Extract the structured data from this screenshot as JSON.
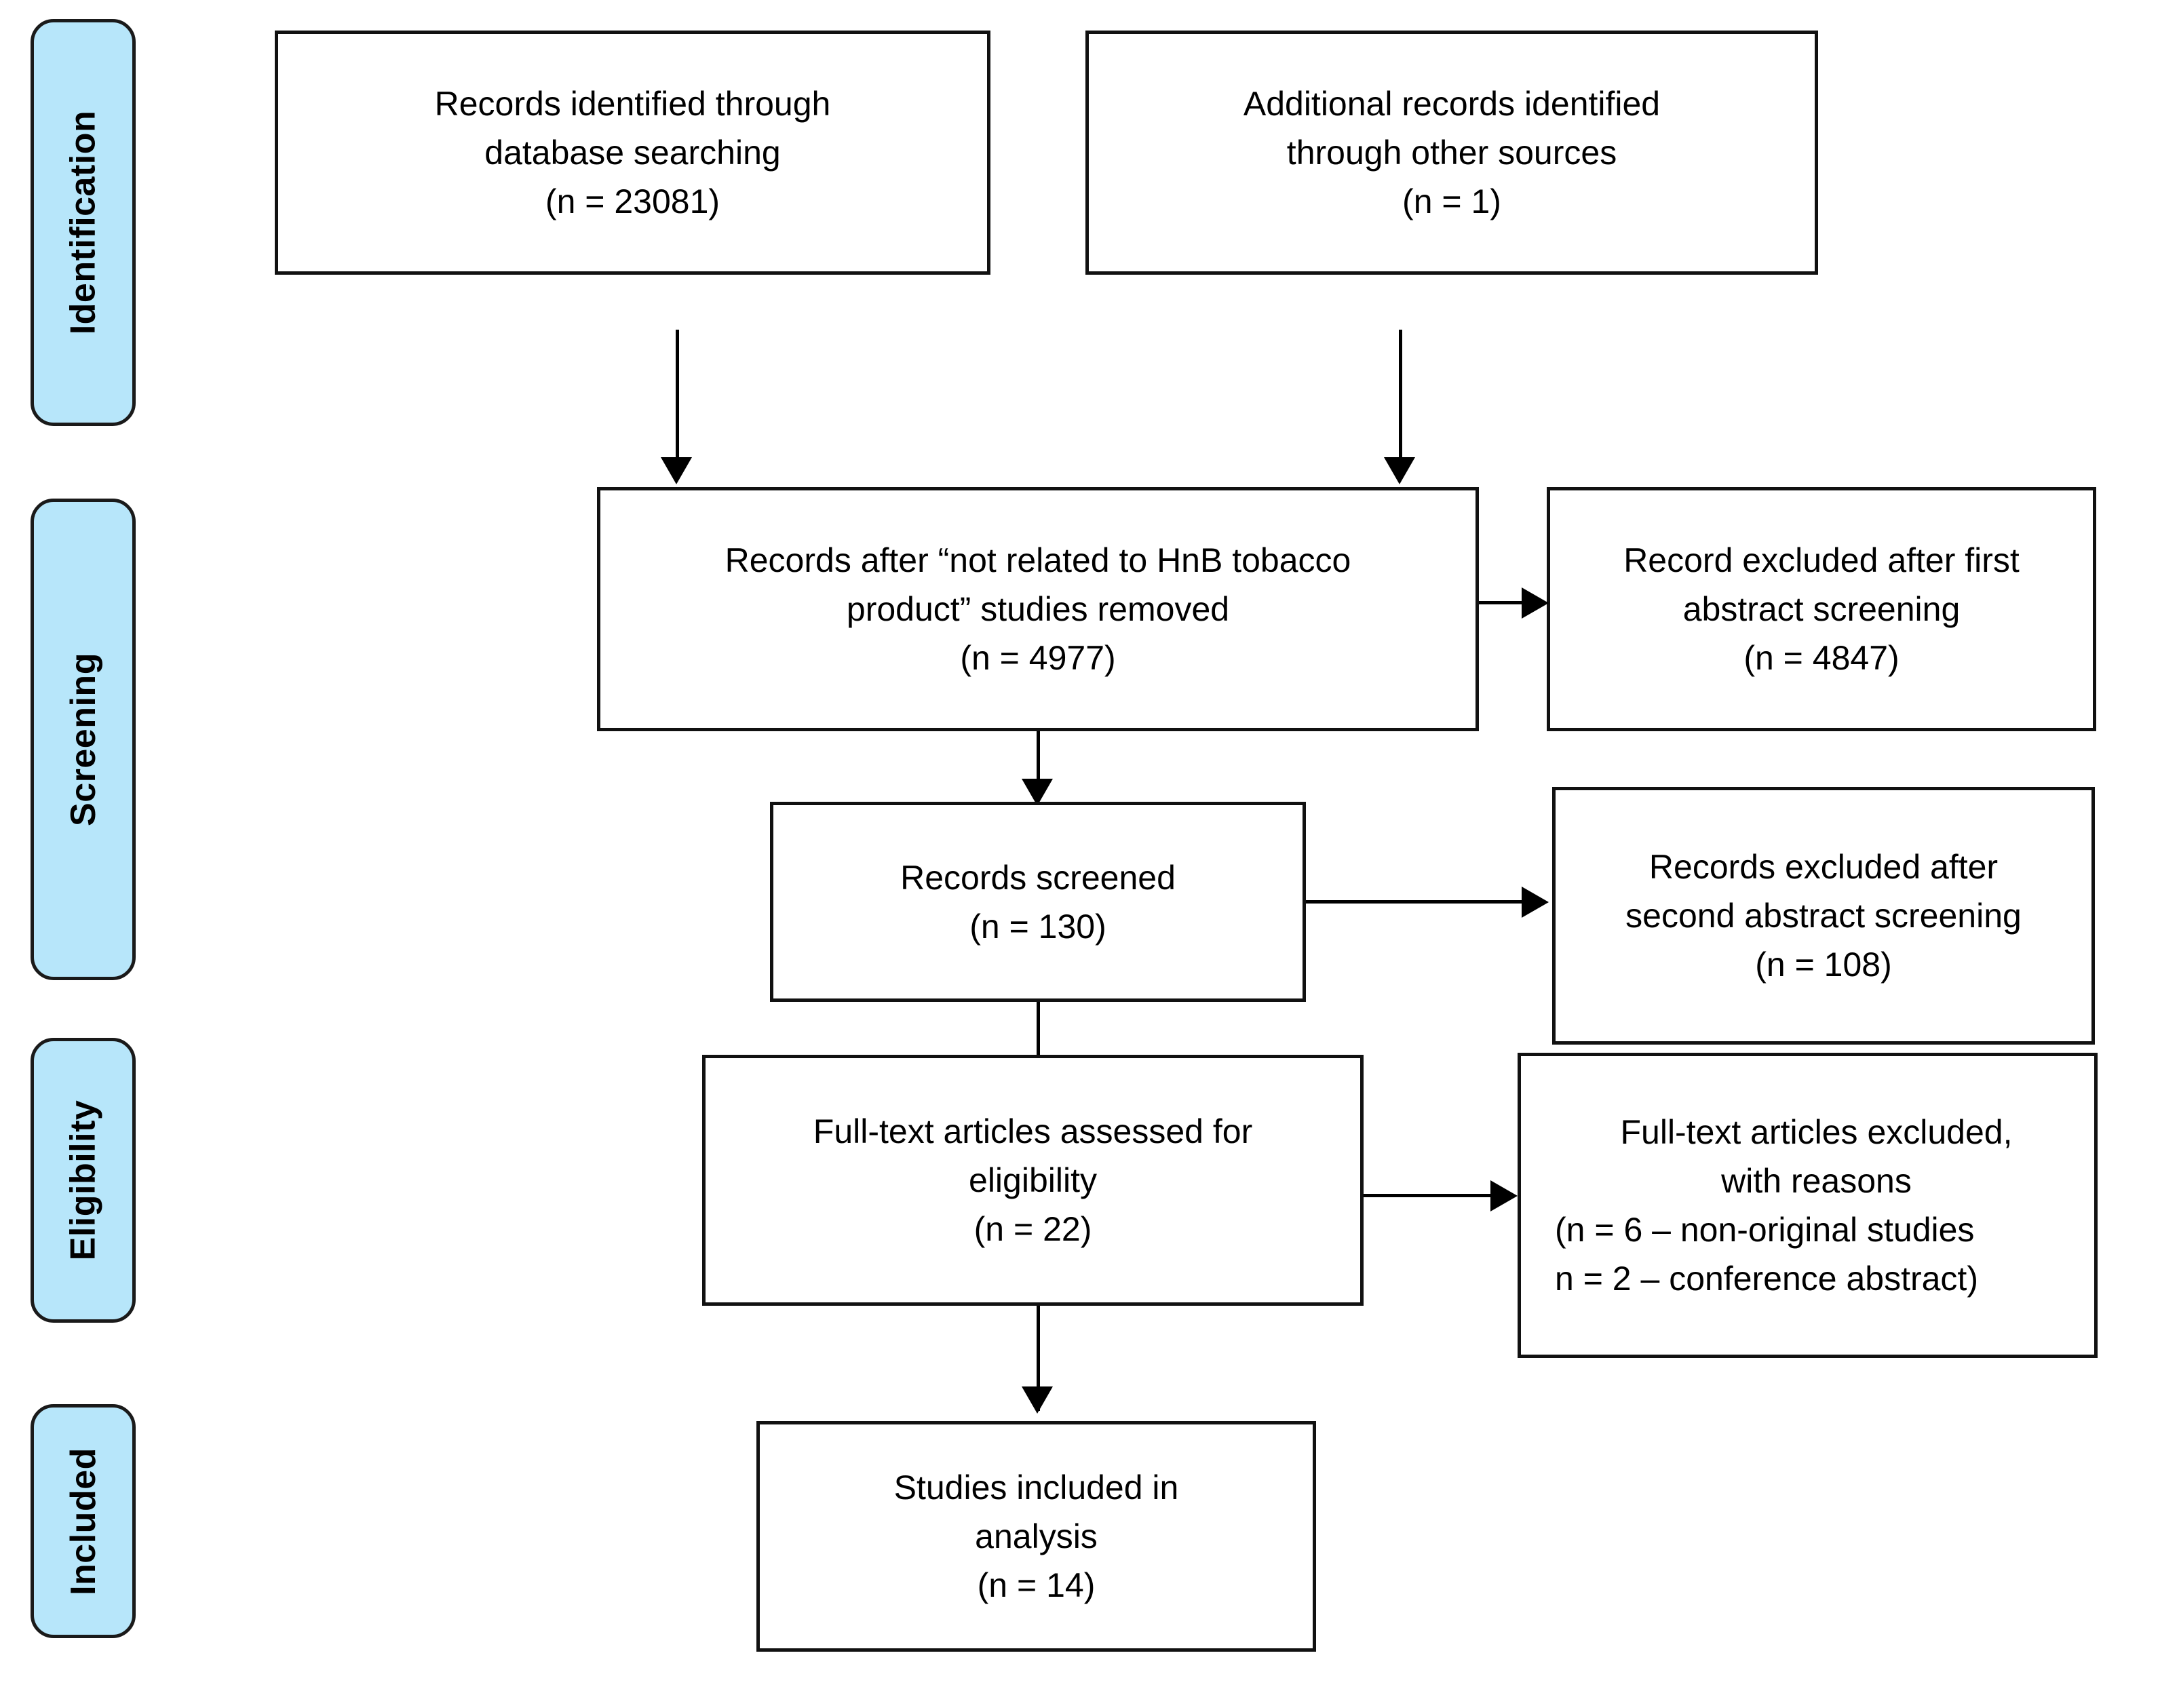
{
  "diagram": {
    "type": "prisma-flow-diagram",
    "stages": [
      {
        "id": "identification",
        "label": "Identification"
      },
      {
        "id": "screening",
        "label": "Screening"
      },
      {
        "id": "eligibility",
        "label": "Eligibility"
      },
      {
        "id": "included",
        "label": "Included"
      }
    ],
    "boxes": {
      "records_identified_db": {
        "lines": [
          "Records identified through",
          "database searching",
          "(n = 23081)"
        ],
        "count": 23081
      },
      "additional_records_other": {
        "lines": [
          "Additional records identified",
          "through other sources",
          "(n = 1)"
        ],
        "count": 1
      },
      "records_after_removal": {
        "lines": [
          "Records after “not related to HnB tobacco",
          "product” studies removed",
          "(n = 4977)"
        ],
        "count": 4977
      },
      "record_excluded_first": {
        "lines": [
          "Record excluded after first",
          "abstract screening",
          "(n = 4847)"
        ],
        "count": 4847
      },
      "records_screened": {
        "lines": [
          "Records screened",
          "(n = 130)"
        ],
        "count": 130
      },
      "records_excluded_second": {
        "lines": [
          "Records excluded after",
          "second abstract screening",
          "(n = 108)"
        ],
        "count": 108
      },
      "fulltext_assessed": {
        "lines": [
          "Full-text articles assessed for",
          "eligibility",
          "(n = 22)"
        ],
        "count": 22
      },
      "fulltext_excluded": {
        "lines_centered": [
          "Full-text articles excluded,",
          "with reasons"
        ],
        "lines_left": [
          "(n = 6 – non-original studies",
          "n = 2 – conference abstract)"
        ],
        "reasons": [
          {
            "n": 6,
            "reason": "non-original studies"
          },
          {
            "n": 2,
            "reason": "conference abstract"
          }
        ]
      },
      "studies_included": {
        "lines": [
          "Studies included in",
          "analysis",
          "(n = 14)"
        ],
        "count": 14
      }
    },
    "colors": {
      "stage_fill": "#b7e6fa",
      "stroke": "#111111",
      "box_fill": "#ffffff",
      "text": "#000000"
    }
  }
}
